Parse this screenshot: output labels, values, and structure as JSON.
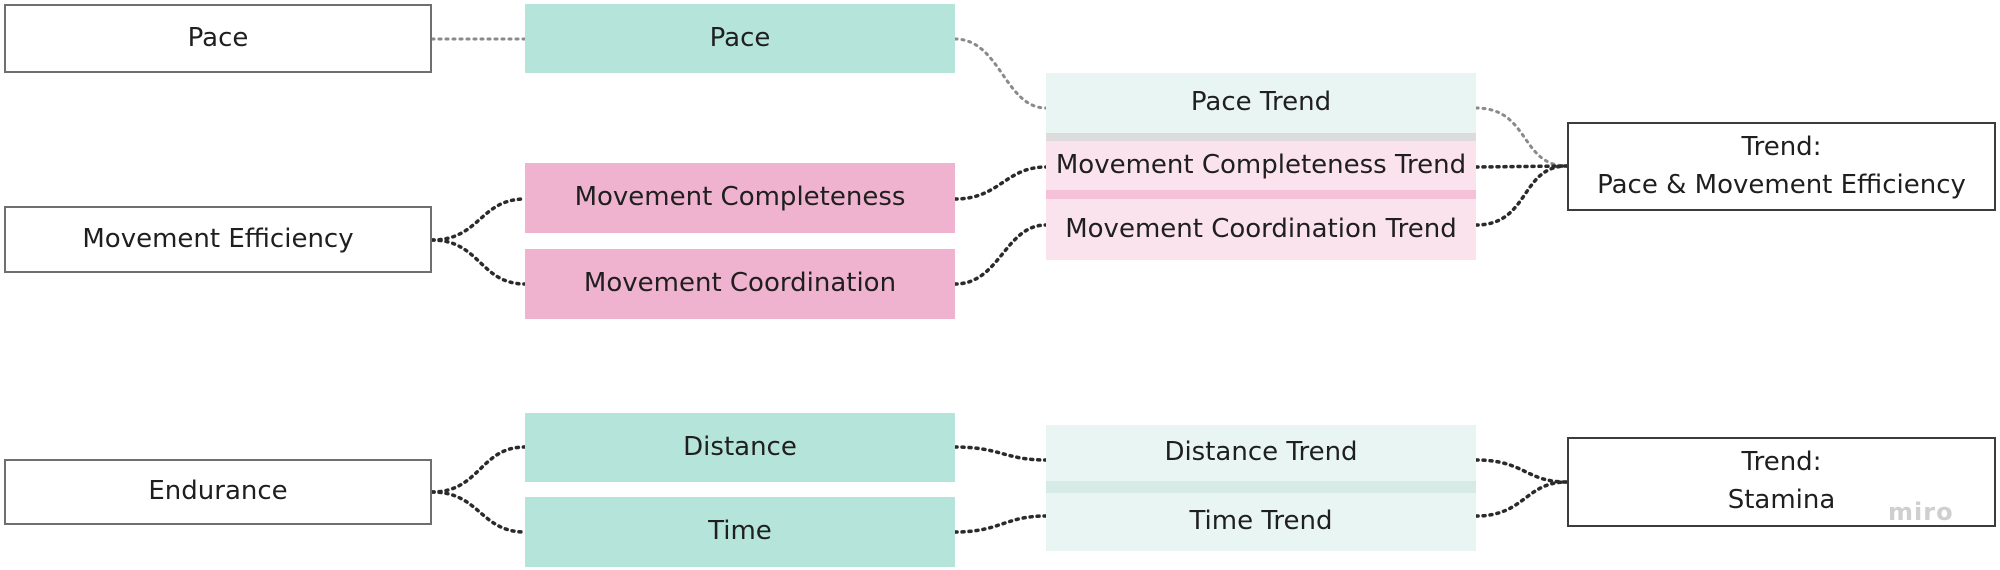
{
  "diagram": {
    "inputs": {
      "pace": "Pace",
      "movement_efficiency": "Movement Efficiency",
      "endurance": "Endurance"
    },
    "metrics": {
      "pace": "Pace",
      "movement_completeness": "Movement Completeness",
      "movement_coordination": "Movement Coordination",
      "distance": "Distance",
      "time": "Time"
    },
    "trends": {
      "pace_trend": "Pace Trend",
      "movement_completeness_trend": "Movement Completeness Trend",
      "movement_coordination_trend": "Movement Coordination Trend",
      "distance_trend": "Distance Trend",
      "time_trend": "Time Trend"
    },
    "outcomes": {
      "pace_movement": {
        "line1": "Trend:",
        "line2": "Pace & Movement Efficiency"
      },
      "stamina": {
        "line1": "Trend:",
        "line2": "Stamina"
      }
    },
    "colors": {
      "teal": "#b5e4da",
      "pink": "#f0b3cf",
      "teal_light": "#e8f5f2",
      "pink_light": "#fbe3ee",
      "connector": "#2a2a2a",
      "connector_light": "#8a8a8a"
    }
  },
  "watermark": "miro"
}
